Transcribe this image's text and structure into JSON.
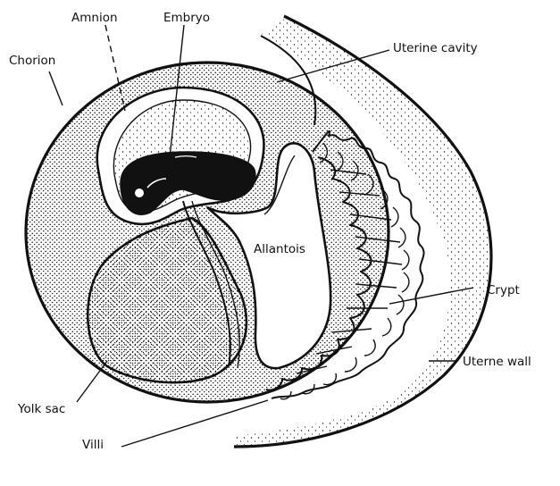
{
  "labels": {
    "amnion": "Amnion",
    "embryo": "Embryo",
    "chorion": "Chorion",
    "uterine_cavity": "Uterine cavity",
    "allantois": "Allantois",
    "crypt": "Crypt",
    "uterine_wall": "Uterne wall",
    "yolk_sac": "Yolk sac",
    "villi": "Villi"
  },
  "colors": {
    "ink": "#111111",
    "paper": "#ffffff"
  }
}
